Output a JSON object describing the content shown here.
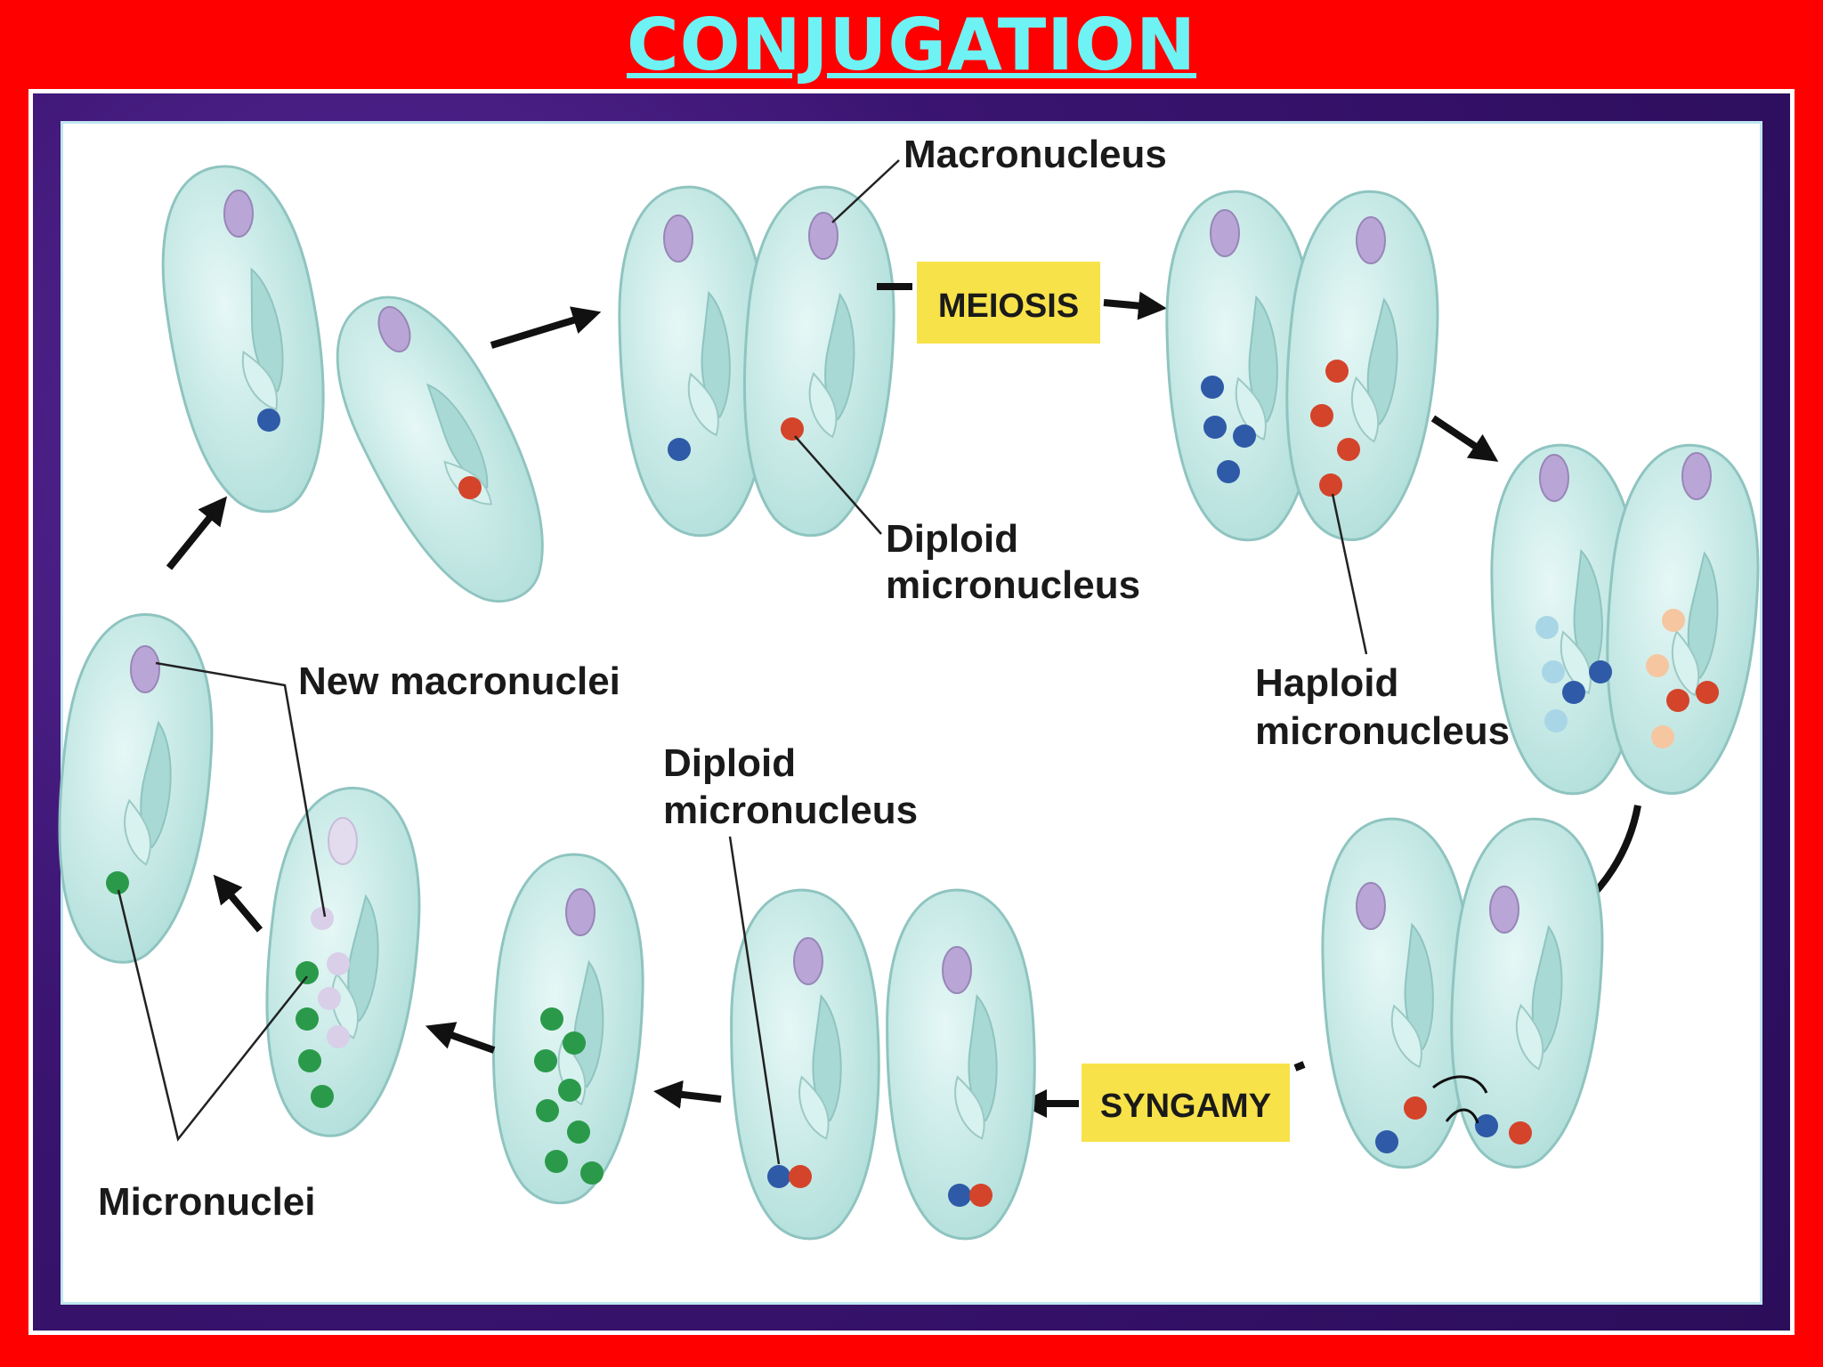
{
  "title": "CONJUGATION",
  "labels": {
    "macronucleus": "Macronucleus",
    "meiosis": "MEIOSIS",
    "diploid_top_1": "Diploid",
    "diploid_top_2": "micronucleus",
    "haploid_1": "Haploid",
    "haploid_2": "micronucleus",
    "new_macronuclei": "New macronuclei",
    "diploid_bottom_1": "Diploid",
    "diploid_bottom_2": "micronucleus",
    "syngamy": "SYNGAMY",
    "micronuclei": "Micronuclei"
  },
  "colors": {
    "background": "#ff0000",
    "title": "#6ef2f4",
    "cell_fill": "#c9ecea",
    "cell_stroke": "#7fb7b4",
    "macronucleus": "#b9a6d6",
    "micronucleus_blue": "#2e5aa8",
    "micronucleus_red": "#d4442a",
    "micronucleus_green": "#2a9a4a",
    "label_box": "#f8e24a"
  }
}
